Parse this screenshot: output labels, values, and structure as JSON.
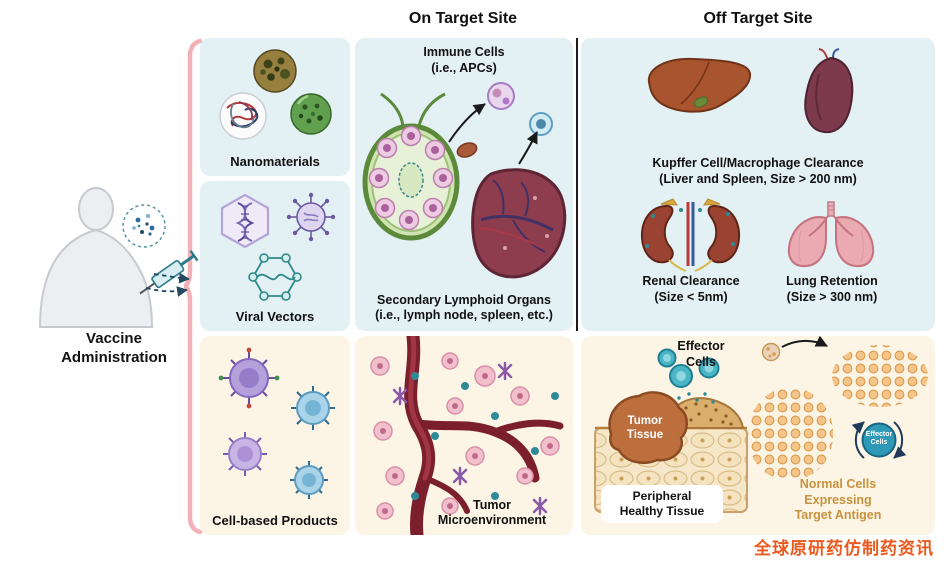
{
  "headers": {
    "on_target": "On Target Site",
    "off_target": "Off Target Site"
  },
  "vaccine": {
    "label": "Vaccine\nAdministration"
  },
  "modalities": {
    "nanomaterials": "Nanomaterials",
    "viral_vectors": "Viral Vectors",
    "cell_based": "Cell-based Products"
  },
  "on_target": {
    "immune_cells": "Immune Cells\n(i.e., APCs)",
    "lymphoid_organs": "Secondary Lymphoid Organs\n(i.e., lymph node, spleen, etc.)",
    "tumor_microenvironment": "Tumor\nMicroenvironment"
  },
  "off_target": {
    "kupffer": "Kupffer Cell/Macrophage Clearance\n(Liver and Spleen, Size > 200 nm)",
    "renal": "Renal Clearance\n(Size < 5nm)",
    "lung": "Lung Retention\n(Size > 300 nm)",
    "effector_cells": "Effector\nCells",
    "tumor_tissue": "Tumor\nTissue",
    "peripheral_tissue": "Peripheral\nHealthy Tissue",
    "normal_cells": "Normal Cells\nExpressing\nTarget Antigen",
    "effector_badge": "Effector\nCells"
  },
  "watermark": "全球原研药仿制药资讯",
  "colors": {
    "panel_blue": "#e3f0f4",
    "panel_cream": "#fcf5e5",
    "bracket_pink": "#f2b1b6",
    "normal_cells_text": "#c8923e",
    "watermark": "#ea5a1e"
  }
}
